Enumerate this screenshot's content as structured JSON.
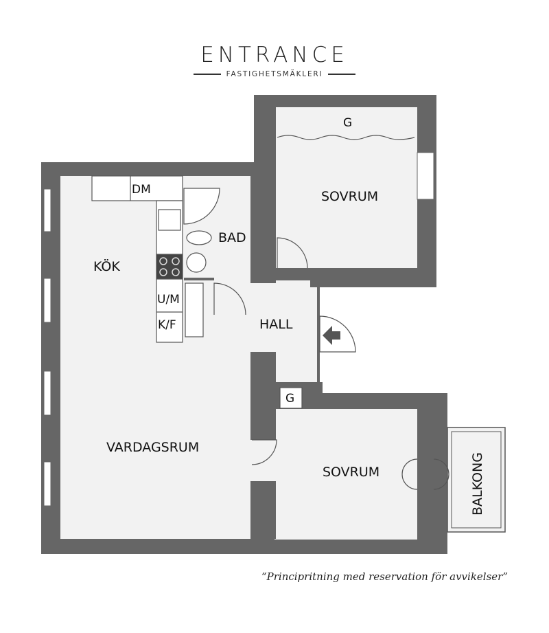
{
  "brand": {
    "name": "ENTRANCE",
    "subtitle": "FASTIGHETSMÄKLERI"
  },
  "rooms": {
    "kok": "KÖK",
    "vardagsrum": "VARDAGSRUM",
    "hall": "HALL",
    "bad": "BAD",
    "sovrum_top": "SOVRUM",
    "sovrum_bottom": "SOVRUM",
    "balkong": "BALKONG"
  },
  "fixtures": {
    "dm": "DM",
    "um": "U/M",
    "kf": "K/F",
    "g_top": "G",
    "g_bottom": "G"
  },
  "colors": {
    "wall": "#666666",
    "floor": "#f2f2f2"
  },
  "disclaimer": "“Principritning med reservation för avvikelser”"
}
